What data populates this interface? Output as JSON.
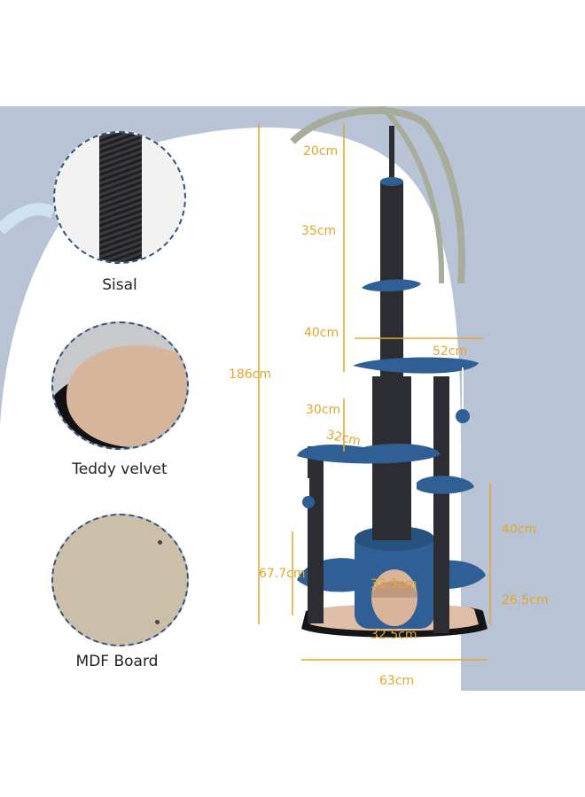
{
  "materials": [
    {
      "label": "Sisal"
    },
    {
      "label": "Teddy velvet"
    },
    {
      "label": "MDF Board"
    }
  ],
  "dimensions": {
    "total_height": "186cm",
    "top_post": "20cm",
    "segment_top": "35cm",
    "segment_upper": "40cm",
    "segment_middle": "30cm",
    "platform_width": "52cm",
    "platform_small": "32cm",
    "side_post": "40cm",
    "left_height": "67.7cm",
    "condo_height": "33.5cm",
    "right_base": "26.5cm",
    "condo_width": "32.5cm",
    "base_width": "63cm"
  },
  "colors": {
    "background": "#b9c3d6",
    "accent": "#e3a62a",
    "post": "#2b2d33",
    "platform": "#2f5f94",
    "plush": "#d9b49a"
  }
}
